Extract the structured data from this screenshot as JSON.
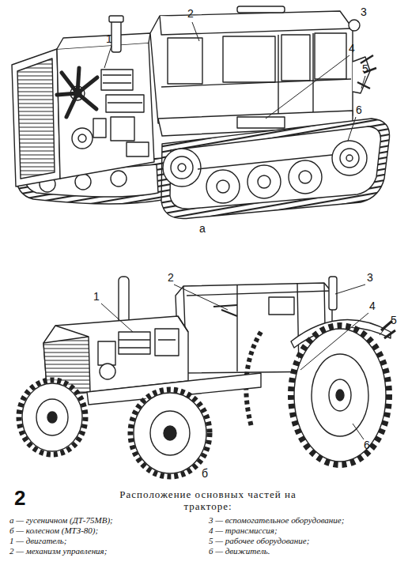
{
  "diagram": {
    "caption": "Расположение основных частей на тракторе:",
    "labels": [
      "1",
      "2",
      "3",
      "4",
      "5",
      "6",
      "а",
      "2",
      "3",
      "1",
      "4",
      "5",
      "6",
      "б",
      "2",
      "а — гусеничном (ДТ-75МВ);",
      "б — колесном (МТЗ-80);",
      "1 — двигатель;",
      "2 — механизм управления;",
      "3 — вспомогательное оборудование;",
      "4 — трансмиссия;",
      "5 — рабочее оборудование;",
      "6 — движитель."
    ]
  }
}
